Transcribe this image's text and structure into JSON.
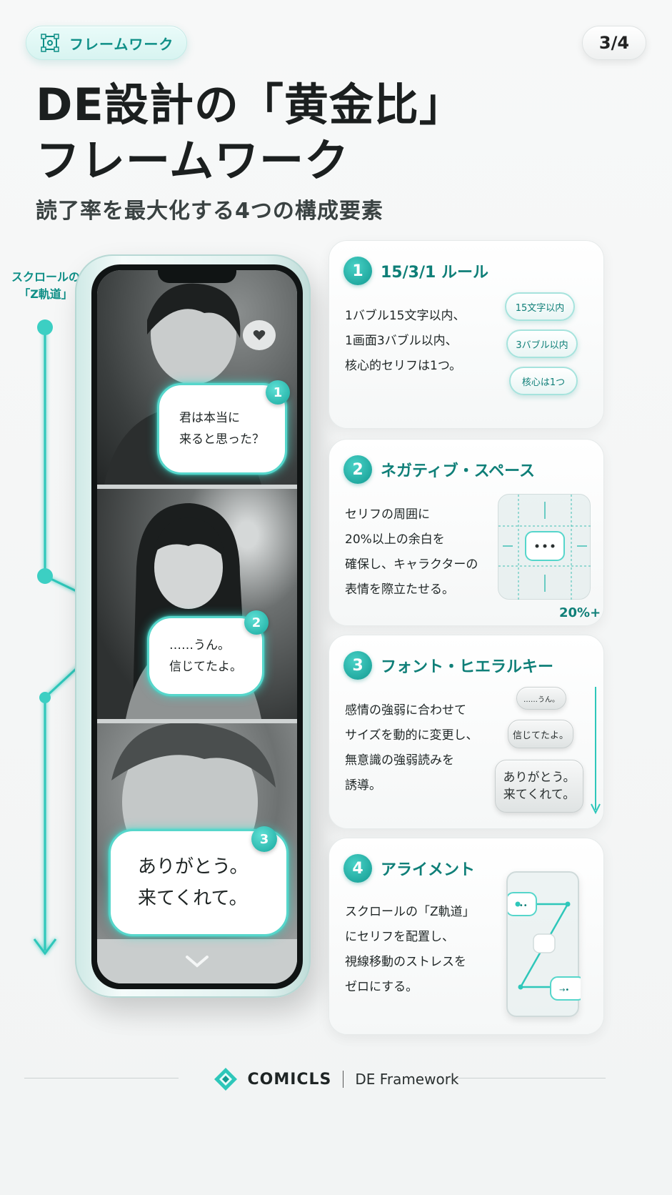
{
  "header": {
    "category": "フレームワーク",
    "page": "3/4",
    "title_line1": "DE設計の「黄金比」",
    "title_line2": "フレームワーク",
    "subtitle": "読了率を最大化する4つの構成要素"
  },
  "phone": {
    "scroll_label_line1": "スクロールの",
    "scroll_label_line2": "「Z軌道」",
    "bubble1": {
      "num": "1",
      "line1": "君は本当に",
      "line2": "来ると思った？"
    },
    "bubble2": {
      "num": "2",
      "line1": "……うん。",
      "line2": "信じてたよ。"
    },
    "bubble3": {
      "num": "3",
      "line1": "ありがとう。",
      "line2": "来てくれて。"
    }
  },
  "cards": [
    {
      "num": "1",
      "title": "15/3/1 ルール",
      "body": [
        "1バブル15文字以内、",
        "1画面3バブル以内、",
        "核心的セリフは1つ。"
      ],
      "tags": [
        "15文字以内",
        "3バブル以内",
        "核心は1つ"
      ]
    },
    {
      "num": "2",
      "title": "ネガティブ・スペース",
      "body": [
        "セリフの周囲に",
        "20%以上の余白を",
        "確保し、キャラクターの",
        "表情を際立たせる。"
      ],
      "badge": "20%+"
    },
    {
      "num": "3",
      "title": "フォント・ヒエラルキー",
      "body": [
        "感情の強弱に合わせて",
        "サイズを動的に変更し、",
        "無意識の強弱読みを",
        "誘導。"
      ],
      "samples": [
        "……うん。",
        "信じてたよ。",
        "ありがとう。",
        "来てくれて。"
      ]
    },
    {
      "num": "4",
      "title": "アライメント",
      "body": [
        "スクロールの「Z軌道」",
        "にセリフを配置し、",
        "視線移動のストレスを",
        "ゼロにする。"
      ]
    }
  ],
  "footer": {
    "brand": "COMICLS",
    "framework": "DE Framework"
  },
  "colors": {
    "accent": "#0f8f87",
    "accent_light": "#56d6cb",
    "background": "#f4f6f6"
  }
}
